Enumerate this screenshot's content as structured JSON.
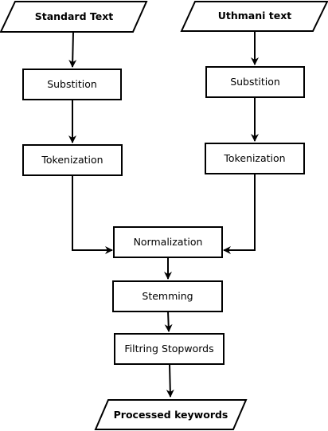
{
  "nodes": {
    "standard_text": "Standard Text",
    "uthmani_text": "Uthmani text",
    "left_substition": "Substition",
    "right_substition": "Substition",
    "left_tokenization": "Tokenization",
    "right_tokenization": "Tokenization",
    "normalization": "Normalization",
    "stemming": "Stemming",
    "filtring_stopwords": "Filtring Stopwords",
    "processed_keywords": "Processed keywords"
  }
}
